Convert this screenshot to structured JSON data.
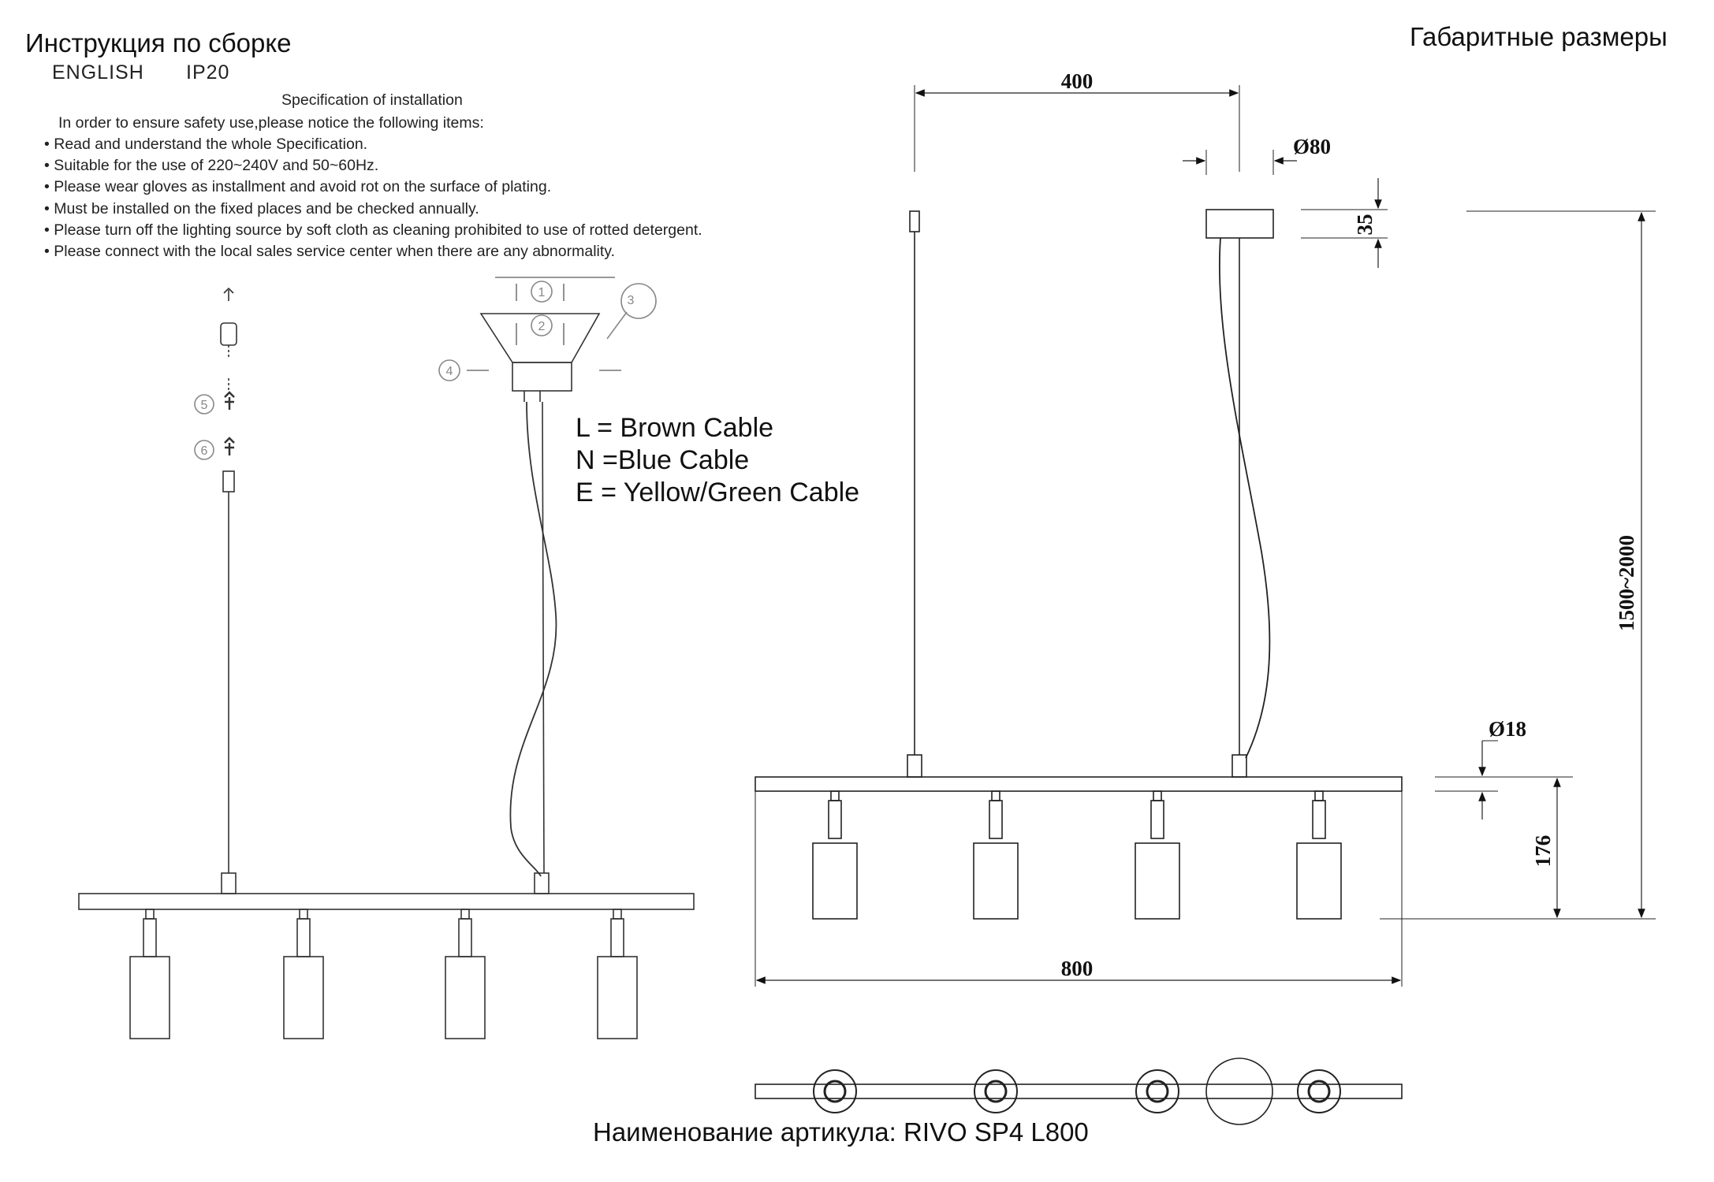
{
  "header": {
    "title_left": "Инструкция по сборке",
    "title_right": "Габаритные размеры",
    "language": "ENGLISH",
    "ip_rating": "IP20"
  },
  "specification": {
    "title": "Specification of installation",
    "intro": "In order to ensure safety use,please notice the following items:",
    "items": [
      "• Read and understand the whole Specification.",
      "• Suitable for the use of 220~240V and 50~60Hz.",
      "• Please wear gloves as installment and avoid rot on the surface of plating.",
      "• Must be installed on the fixed places and be checked annually.",
      "• Please turn off the lighting source by soft cloth as cleaning prohibited to use of rotted detergent.",
      "• Please connect with the local sales service center when there are any abnormality."
    ]
  },
  "cables": [
    "L  = Brown Cable",
    "N  =Blue Cable",
    "E = Yellow/Green Cable"
  ],
  "steps": [
    "1",
    "2",
    "3",
    "4",
    "5",
    "6"
  ],
  "dimensions": {
    "spacing": "400",
    "canopy_diameter": "Ø80",
    "canopy_height": "35",
    "total_height": "1500~2000",
    "bar_diameter": "Ø18",
    "shade_drop": "176",
    "length": "800"
  },
  "footer": {
    "article": "Наименование артикула: RIVO SP4 L800"
  }
}
